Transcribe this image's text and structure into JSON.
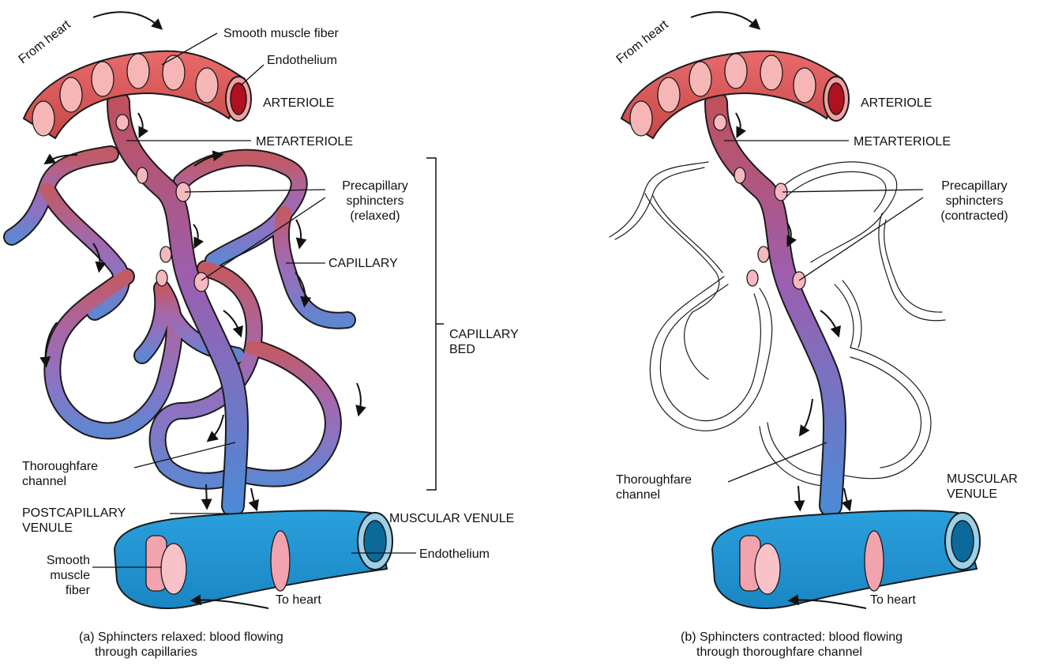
{
  "panel_a": {
    "from_heart": "From heart",
    "smooth_muscle_fiber_top": "Smooth muscle fiber",
    "endothelium_top": "Endothelium",
    "arteriole": "ARTERIOLE",
    "metarteriole": "METARTERIOLE",
    "precap_line1": "Precapillary",
    "precap_line2": "sphincters",
    "precap_line3": "(relaxed)",
    "capillary": "CAPILLARY",
    "capillary_bed_line1": "CAPILLARY",
    "capillary_bed_line2": "BED",
    "thoroughfare_line1": "Thoroughfare",
    "thoroughfare_line2": "channel",
    "postcap_line1": "POSTCAPILLARY",
    "postcap_line2": "VENULE",
    "muscular_venule": "MUSCULAR VENULE",
    "endothelium_bottom": "Endothelium",
    "smooth_line1": "Smooth",
    "smooth_line2": "muscle",
    "smooth_line3": "fiber",
    "to_heart": "To heart",
    "caption_line1": "(a) Sphincters relaxed: blood flowing",
    "caption_line2": "through capillaries"
  },
  "panel_b": {
    "from_heart": "From heart",
    "arteriole": "ARTERIOLE",
    "metarteriole": "METARTERIOLE",
    "precap_line1": "Precapillary",
    "precap_line2": "sphincters",
    "precap_line3": "(contracted)",
    "thoroughfare_line1": "Thoroughfare",
    "thoroughfare_line2": "channel",
    "muscular_line1": "MUSCULAR",
    "muscular_line2": "VENULE",
    "to_heart": "To heart",
    "caption_line1": "(b) Sphincters contracted: blood flowing",
    "caption_line2": "through thoroughfare channel"
  },
  "colors": {
    "arteriole_red": "#d9534f",
    "arteriole_pink": "#f2a3a3",
    "lumen_red": "#b01020",
    "metarteriole": "#c0545f",
    "capillary_mid": "#9a6fb8",
    "capillary_low": "#6f80cc",
    "venule_blue": "#2fa3d9",
    "venule_dark": "#0b6a9a",
    "sphincter": "#f6b8bf",
    "outline": "#222222"
  }
}
